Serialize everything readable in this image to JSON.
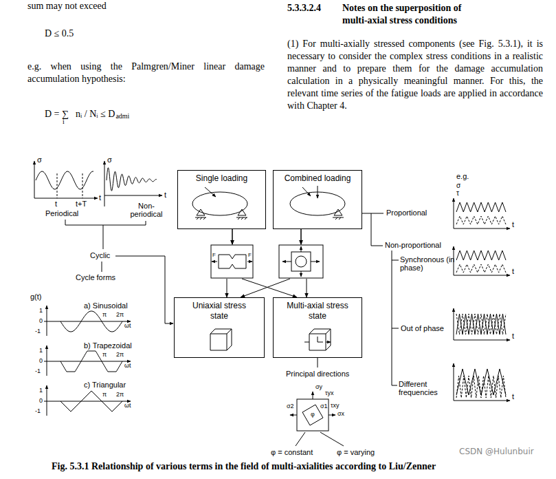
{
  "diagram": {
    "caption": "Fig. 5.3.1 Relationship of various terms in the field of multi-axialities according to Liu/Zenner",
    "nodes": [
      {
        "text": [
          "Single loading"
        ]
      },
      {
        "text": [
          "Combined loading"
        ]
      },
      {
        "text": [
          "Uniaxial stress state"
        ]
      },
      {
        "text": [
          "Multi-axial stress state"
        ]
      }
    ],
    "edges": [
      {
        "from": 0,
        "to": 2,
        "arrow": "to"
      },
      {
        "from": 0,
        "to": 3,
        "arrow": "to"
      },
      {
        "from": 1,
        "to": 3,
        "arrow": "to"
      },
      {
        "from": 1,
        "to": 2,
        "arrow": "to"
      }
    ],
    "labels": [
      "sum may not exceed",
      "D ≤ 0.5",
      "e.g. when using the Palmgren/Miner linear damage accumulation hypothesis:",
      "D = ∑",
      "i",
      "nᵢ / Nᵢ ≤ D",
      "admi",
      "5.3.3.2.4",
      "Notes on the superposition of multi-axial stress conditions",
      "(1) For multi-axially stressed components (see Fig. 5.3.1), it is necessary to consider the complex stress conditions in a realistic manner and to prepare them for the damage accumulation calculation in a physically meaningful manner. For this, the relevant time series of the fatigue loads are applied in accordance with Chapter 4.",
      "σ",
      "t",
      "t+T",
      "t",
      "σ",
      "t",
      "Periodical",
      "Non-periodical",
      "Cyclic",
      "Cycle forms",
      "g(t)",
      "a) Sinusoidal",
      "1",
      "0",
      "-1",
      "π",
      "2π",
      "ωt",
      "b) Trapezoidal",
      "1",
      "0",
      "-1",
      "π",
      "2π",
      "ωt",
      "c) Triangular",
      "1",
      "0",
      "-1",
      "π",
      "2π",
      "ωt",
      "e.g.",
      "σ",
      "τ",
      "t",
      "Proportional",
      "Non-proportional",
      "Synchronous (in phase)",
      "t",
      "Out of phase",
      "t",
      "Different frequencies",
      "t",
      "Principal directions",
      "σy",
      "τyx",
      "σ2",
      "σ1",
      "τxy",
      "σx",
      "φ",
      "φ = constant",
      "φ = varying",
      "F",
      "F",
      "CSDN @Hulunbuir"
    ]
  }
}
